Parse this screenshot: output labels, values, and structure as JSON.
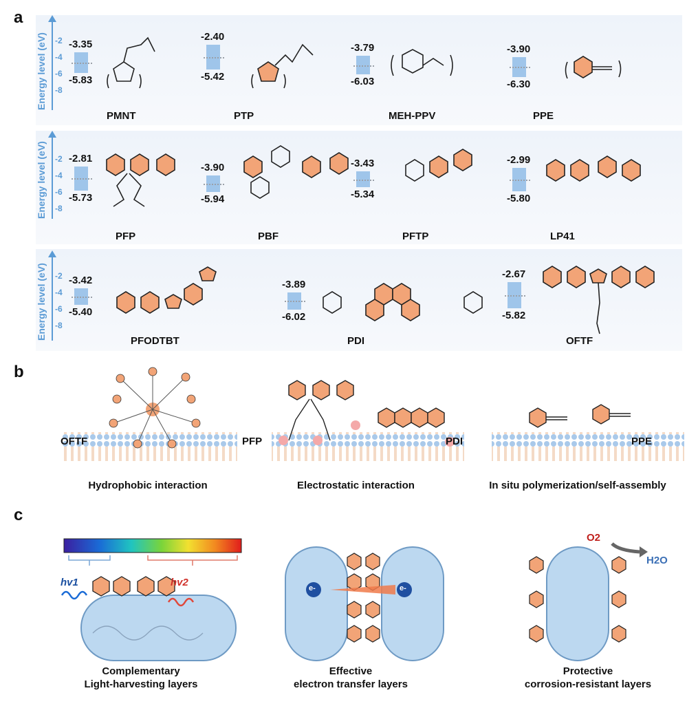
{
  "panels": {
    "a": "a",
    "b": "b",
    "c": "c"
  },
  "energy_axis": {
    "label": "Energy level (eV)",
    "ticks": [
      "-2",
      "-4",
      "-6",
      "-8"
    ]
  },
  "polymers": [
    {
      "name": "PMNT",
      "lumo": "-3.35",
      "homo": "-5.83"
    },
    {
      "name": "PTP",
      "lumo": "-2.40",
      "homo": "-5.42"
    },
    {
      "name": "MEH-PPV",
      "lumo": "-3.79",
      "homo": "-6.03"
    },
    {
      "name": "PPE",
      "lumo": "-3.90",
      "homo": "-6.30"
    },
    {
      "name": "PFP",
      "lumo": "-2.81",
      "homo": "-5.73"
    },
    {
      "name": "PBF",
      "lumo": "-3.90",
      "homo": "-5.94"
    },
    {
      "name": "PFTP",
      "lumo": "-3.43",
      "homo": "-5.34"
    },
    {
      "name": "LP41",
      "lumo": "-2.99",
      "homo": "-5.80"
    },
    {
      "name": "PFODTBT",
      "lumo": "-3.42",
      "homo": "-5.40"
    },
    {
      "name": "PDI",
      "lumo": "-3.89",
      "homo": "-6.02"
    },
    {
      "name": "OFTF",
      "lumo": "-2.67",
      "homo": "-5.82"
    }
  ],
  "panel_b": {
    "labels": [
      "OFTF",
      "PFP",
      "PDI",
      "PPE"
    ],
    "captions": [
      "Hydrophobic interaction",
      "Electrostatic  interaction",
      "In situ polymerization/self-assembly"
    ]
  },
  "panel_c": {
    "hv1": "hv1",
    "hv2": "hv2",
    "electron": "e-",
    "o2": "O2",
    "h2o": "H2O",
    "captions": [
      {
        "line1": "Complementary",
        "line2": "Light-harvesting layers"
      },
      {
        "line1": "Effective",
        "line2": "electron transfer layers"
      },
      {
        "line1": "Protective",
        "line2": "corrosion-resistant layers"
      }
    ]
  },
  "colors": {
    "bar": "#9fc5ea",
    "axis": "#5b9bd5",
    "ring": "#f2a477",
    "membrane": "#a9c9ea",
    "cell": "#bcd8f0",
    "arrow": "#f07a4a"
  }
}
